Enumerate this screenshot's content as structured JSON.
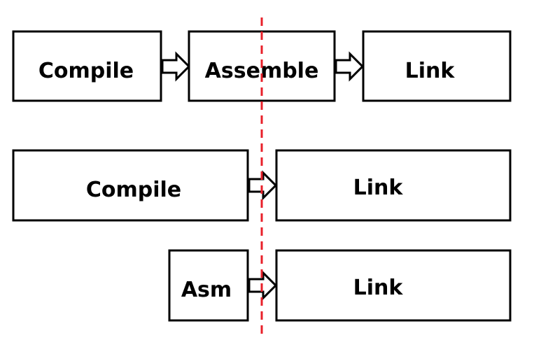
{
  "row1": {
    "compile": "Compile",
    "assemble": "Assemble",
    "link": "Link"
  },
  "row2": {
    "compile": "Compile",
    "link": "Link"
  },
  "row3": {
    "asm": "Asm",
    "link": "Link"
  },
  "colors": {
    "box_stroke": "#000000",
    "divider": "#e8202a"
  }
}
